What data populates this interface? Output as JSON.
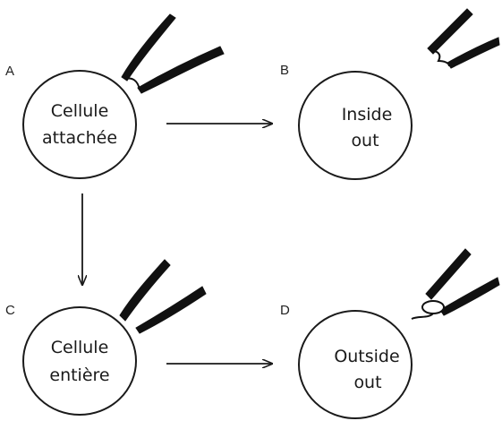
{
  "panels": {
    "a": {
      "letter": "A",
      "line1": "Cellule",
      "line2": "attachée"
    },
    "b": {
      "letter": "B",
      "line1": "Inside",
      "line2": "out"
    },
    "c": {
      "letter": "C",
      "line1": "Cellule",
      "line2": "entière"
    },
    "d": {
      "letter": "D",
      "line1": "Outside",
      "line2": "out"
    }
  }
}
